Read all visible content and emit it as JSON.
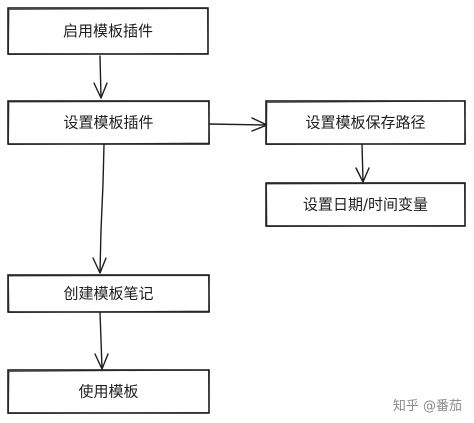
{
  "nodes": {
    "enable_plugin": "启用模板插件",
    "configure_plugin": "设置模板插件",
    "set_save_path": "设置模板保存路径",
    "set_datetime_vars": "设置日期/时间变量",
    "create_note": "创建模板笔记",
    "use_template": "使用模板"
  },
  "watermark": "知乎 @番茄"
}
